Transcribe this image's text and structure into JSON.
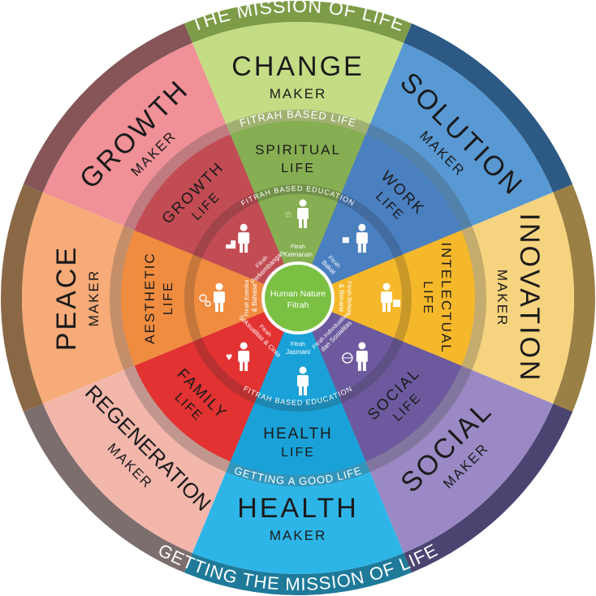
{
  "outer_band": {
    "top": "THE MISSION OF LIFE",
    "bottom": "GETTING THE MISSION OF LIFE"
  },
  "makers": [
    {
      "title": "CHANGE",
      "subtitle": "MAKER",
      "color": "#c4dc84",
      "band": "#7e9c47"
    },
    {
      "title": "SOLUTION",
      "subtitle": "MAKER",
      "color": "#5899d3",
      "band": "#2c5a85"
    },
    {
      "title": "INOVATION",
      "subtitle": "MAKER",
      "color": "#f6d37e",
      "band": "#9a8044"
    },
    {
      "title": "SOCIAL",
      "subtitle": "MAKER",
      "color": "#9a89c4",
      "band": "#4c4470"
    },
    {
      "title": "HEALTH",
      "subtitle": "MAKER",
      "color": "#2eb5e8",
      "band": "#1f7a99"
    },
    {
      "title": "REGENERATION",
      "subtitle": "MAKER",
      "color": "#f2b6ab",
      "band": "#7d6e6e"
    },
    {
      "title": "PEACE",
      "subtitle": "MAKER",
      "color": "#f6ab78",
      "band": "#8a6846"
    },
    {
      "title": "GROWTH",
      "subtitle": "MAKER",
      "color": "#f09097",
      "band": "#855558"
    }
  ],
  "ring_labels": {
    "fitrah_based_life": "FITRAH BASED LIFE",
    "getting_good_life": "GETTING A GOOD LIFE",
    "fitrah_based_education_top": "FITRAH BASED EDUCATION",
    "fitrah_based_education_bottom": "FITRAH BASED EDUCATION"
  },
  "lives": [
    {
      "line1": "SPIRITUAL",
      "line2": "LIFE",
      "color": "#86ae52"
    },
    {
      "line1": "WORK",
      "line2": "LIFE",
      "color": "#4a7fc0"
    },
    {
      "line1": "INTELECTUAL",
      "line2": "LIFE",
      "color": "#f5b82a"
    },
    {
      "line1": "SOCIAL",
      "line2": "LIFE",
      "color": "#6d5a9e"
    },
    {
      "line1": "HEALTH",
      "line2": "LIFE",
      "color": "#1aa2d8"
    },
    {
      "line1": "FAMILY",
      "line2": "LIFE",
      "color": "#e23232"
    },
    {
      "line1": "AESTHETIC",
      "line2": "LIFE",
      "color": "#f08c40"
    },
    {
      "line1": "GROWTH",
      "line2": "LIFE",
      "color": "#c24c54"
    }
  ],
  "fitrah": [
    {
      "line1": "Fitrah",
      "line2": "Keimanan",
      "icon": "star-person-icon"
    },
    {
      "line1": "Fitrah",
      "line2": "Bakat",
      "icon": "worker-person-icon"
    },
    {
      "line1": "Fitrah Belajar",
      "line2": "& Benalar",
      "icon": "puzzle-person-icon"
    },
    {
      "line1": "Fitrah Individualitas",
      "line2": "dan Sosialitas",
      "icon": "globe-person-icon"
    },
    {
      "line1": "Fitrah",
      "line2": "Jasmani",
      "icon": "person-icon"
    },
    {
      "line1": "Fitrah",
      "line2": "Seksualitas & Cinta",
      "icon": "heart-person-icon"
    },
    {
      "line1": "Fitrah Estetika",
      "line2": "& Bahasa",
      "icon": "art-person-icon"
    },
    {
      "line1": "Fitrah",
      "line2": "Perkembangan",
      "icon": "stairs-person-icon"
    }
  ],
  "center": {
    "line1": "Human Nature",
    "line2": "Fitrah",
    "color": "#7bc043"
  }
}
